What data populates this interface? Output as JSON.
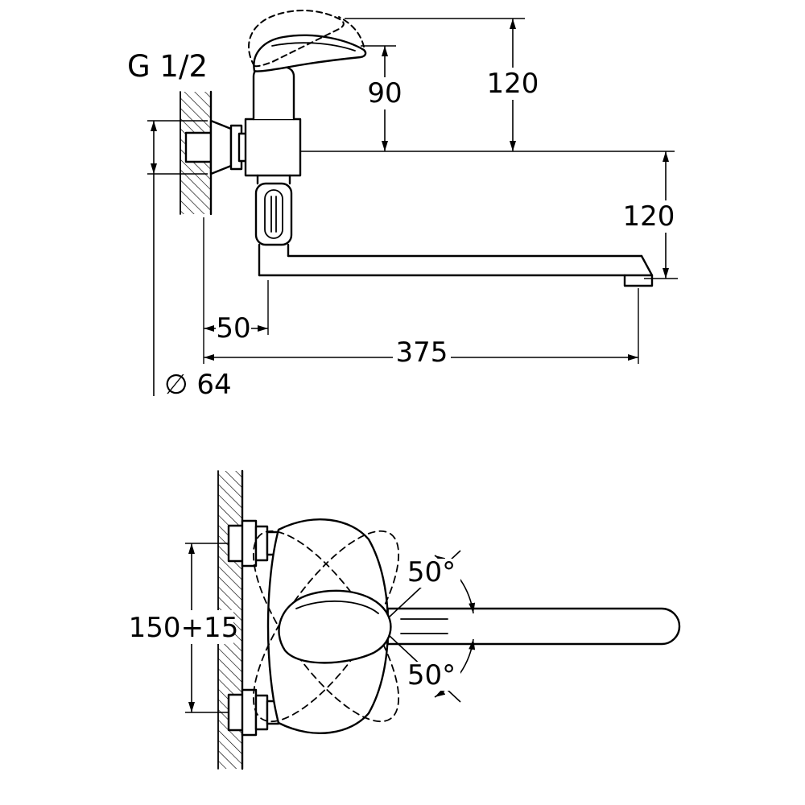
{
  "drawing": {
    "type": "technical-dimension-drawing",
    "subject": "wall-mounted single-lever faucet with long swivel spout, side view and front view",
    "line_color": "#000000",
    "background": "#ffffff"
  },
  "labels": {
    "thread_size": "G 1/2",
    "handle_height": "90",
    "total_height": "120",
    "spout_drop": "120",
    "wall_offset": "50",
    "spout_reach": "375",
    "escutcheon_diameter": "∅ 64",
    "mounting_distance": "150+15",
    "swivel_angle_up": "50°",
    "swivel_angle_down": "50°"
  }
}
